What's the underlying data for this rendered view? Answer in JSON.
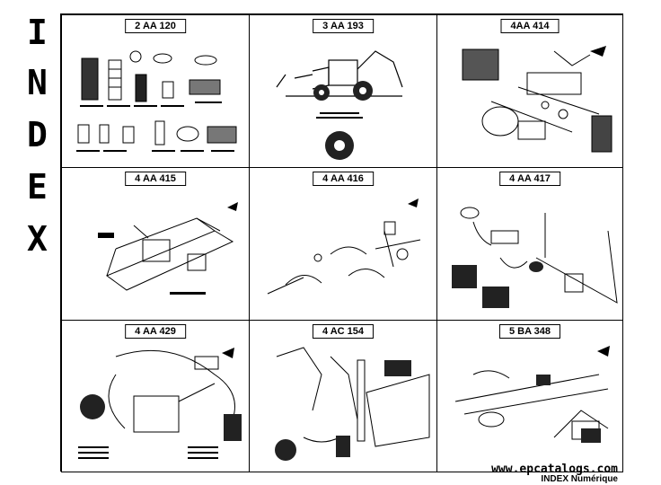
{
  "index_letters": [
    "I",
    "N",
    "D",
    "E",
    "X"
  ],
  "cells": [
    {
      "title": "2 AA 120"
    },
    {
      "title": "3 AA 193"
    },
    {
      "title": "4AA 414"
    },
    {
      "title": "4 AA 415"
    },
    {
      "title": "4 AA 416"
    },
    {
      "title": "4 AA 417"
    },
    {
      "title": "4 AA 429"
    },
    {
      "title": "4 AC 154"
    },
    {
      "title": "5 BA 348"
    }
  ],
  "footer": {
    "url": "www.epcatalogs.com",
    "caption": "INDEX Numérique"
  }
}
